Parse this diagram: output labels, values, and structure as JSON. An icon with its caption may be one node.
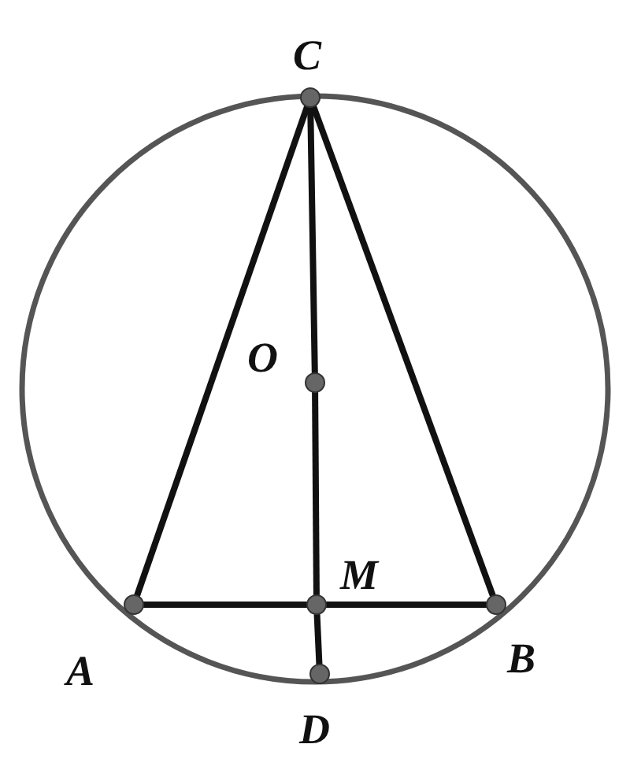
{
  "diagram": {
    "nodes": [
      {
        "text": [],
        "shape": "circle",
        "beside": [
          "C"
        ]
      },
      {
        "text": [],
        "shape": "circle",
        "beside": [
          "O"
        ]
      },
      {
        "text": [],
        "shape": "circle",
        "beside": [
          "A"
        ]
      },
      {
        "text": [],
        "shape": "circle",
        "beside": [
          "M"
        ]
      },
      {
        "text": [],
        "shape": "circle",
        "beside": [
          "B"
        ]
      },
      {
        "text": [],
        "shape": "circle",
        "beside": [
          "D"
        ]
      }
    ],
    "edges": [
      {
        "from": 0,
        "to": 2,
        "arrow": "none"
      },
      {
        "from": 0,
        "to": 4,
        "arrow": "none"
      },
      {
        "from": 0,
        "to": 1,
        "arrow": "none"
      },
      {
        "from": 1,
        "to": 3,
        "arrow": "none"
      },
      {
        "from": 3,
        "to": 5,
        "arrow": "none"
      },
      {
        "from": 2,
        "to": 3,
        "arrow": "none"
      },
      {
        "from": 3,
        "to": 4,
        "arrow": "none"
      }
    ]
  }
}
